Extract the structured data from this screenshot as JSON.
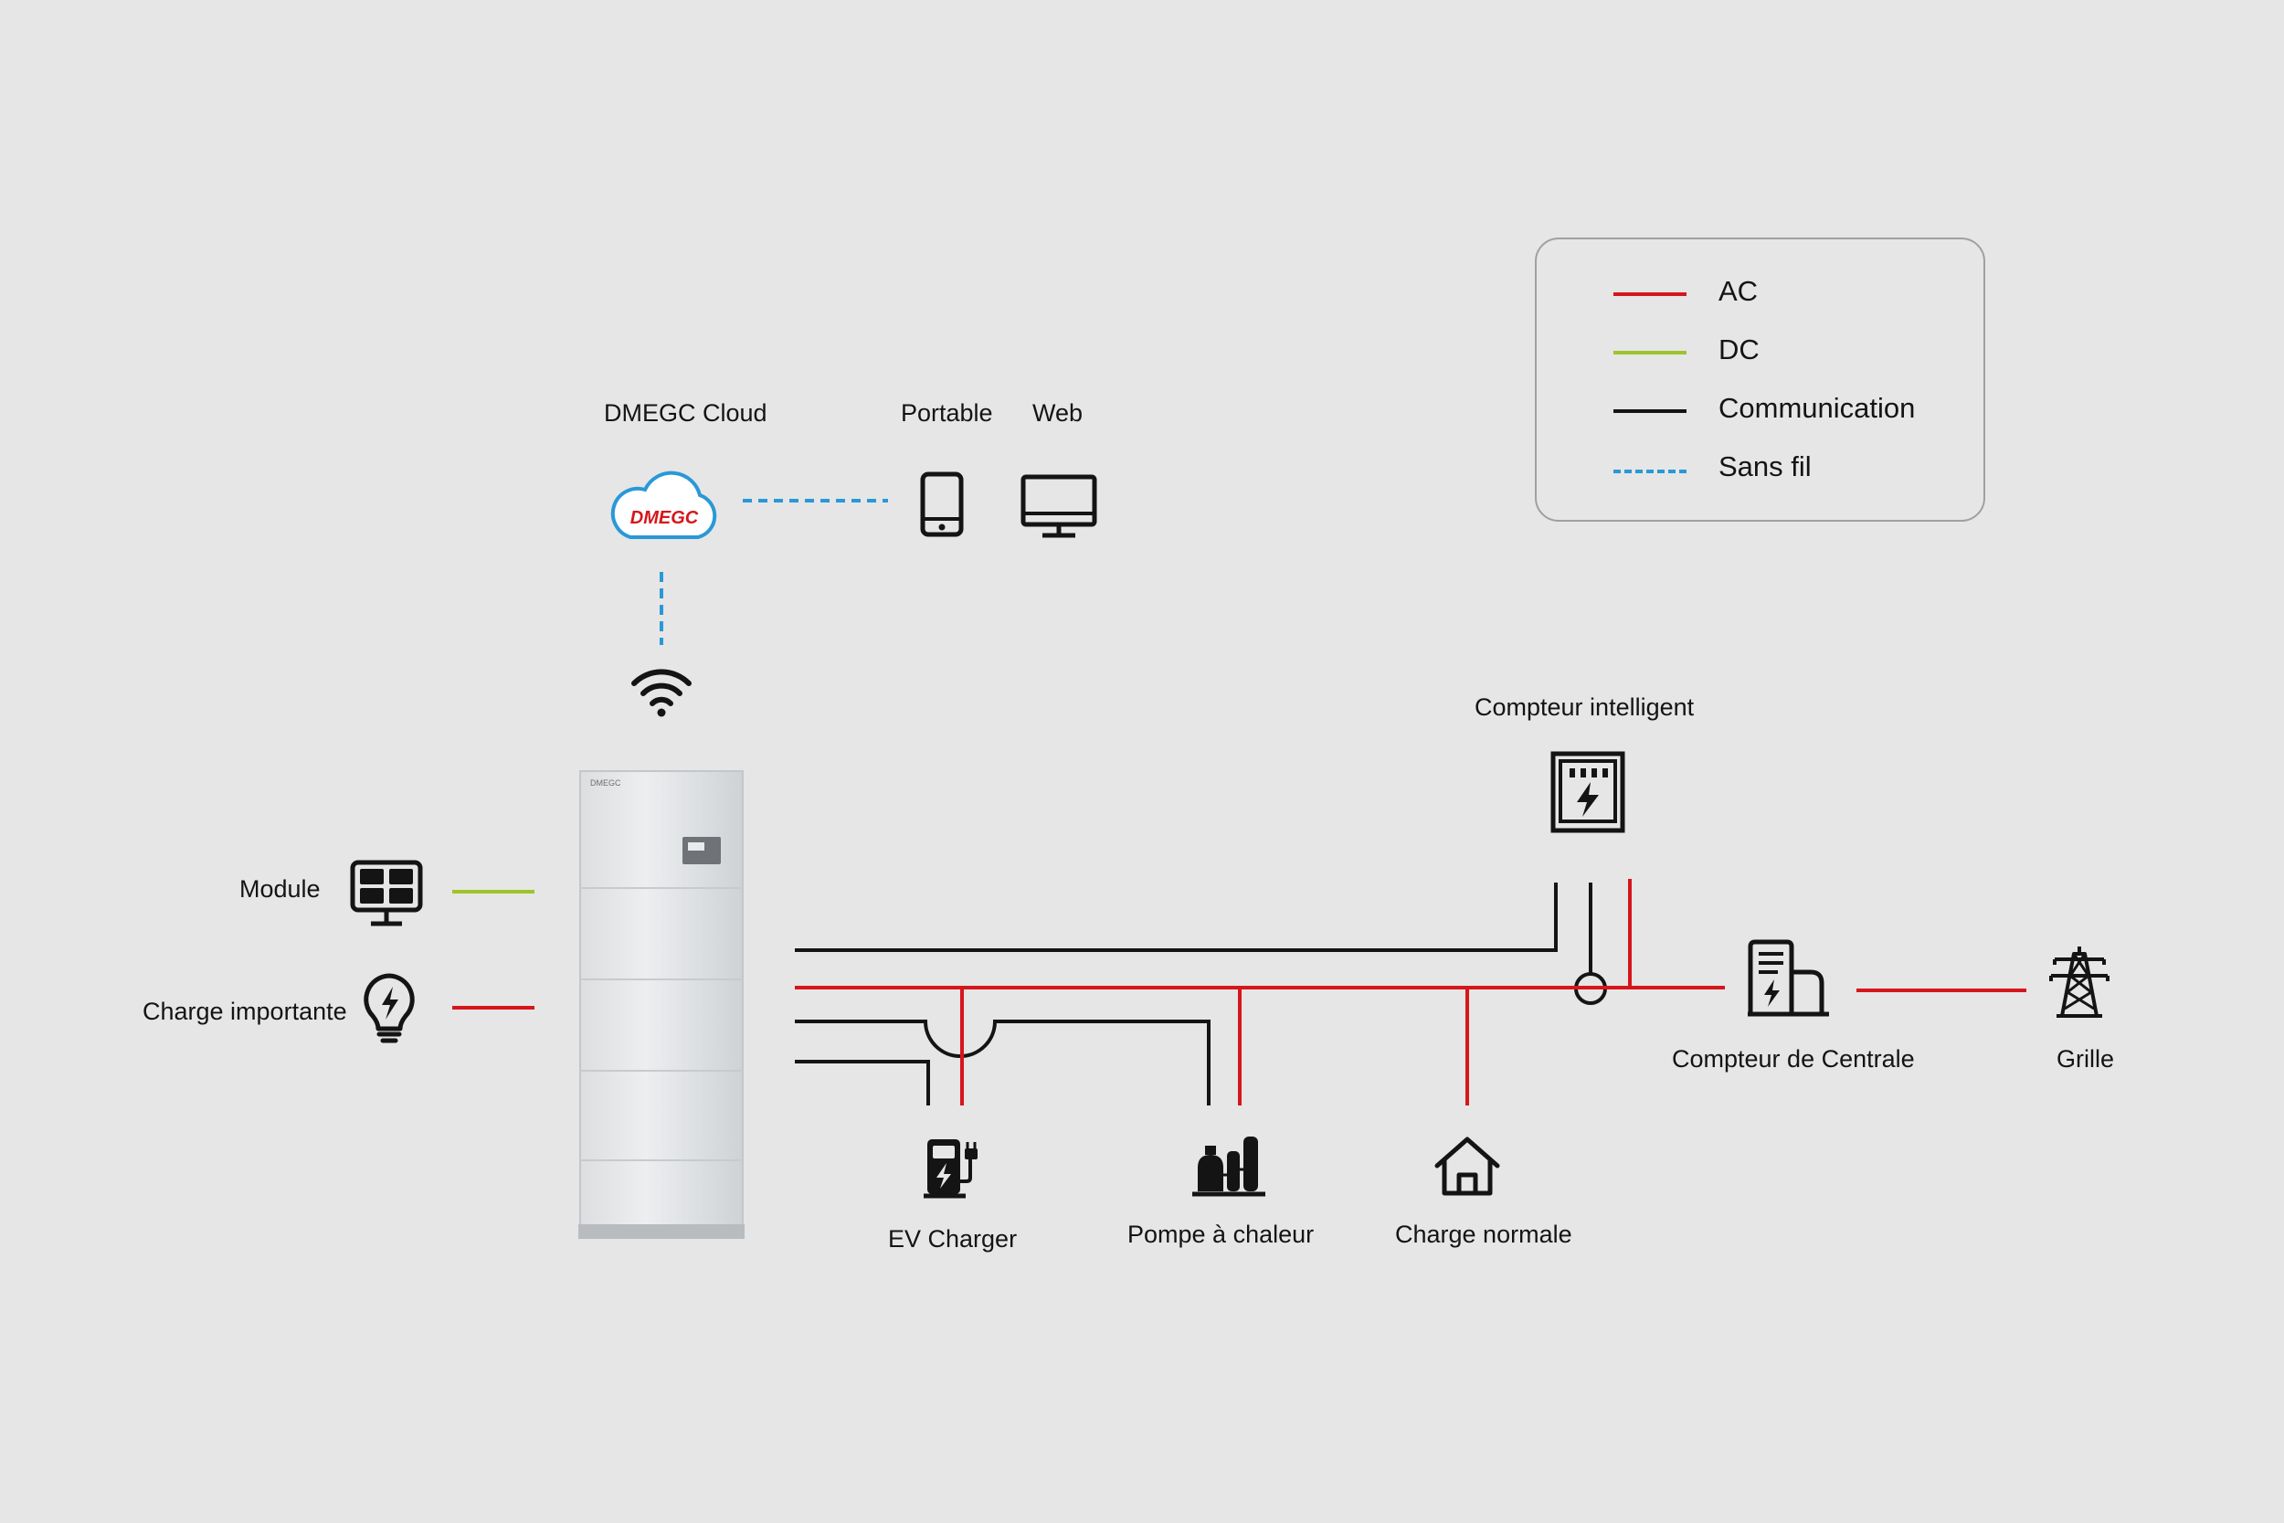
{
  "legend": {
    "items": [
      {
        "label": "AC",
        "style": "solid",
        "color": "#d6161b"
      },
      {
        "label": "DC",
        "style": "solid",
        "color": "#9ec42a"
      },
      {
        "label": "Communication",
        "style": "solid",
        "color": "#141414"
      },
      {
        "label": "Sans fil",
        "style": "dashed",
        "color": "#2a98d8"
      }
    ]
  },
  "colors": {
    "ac": "#d6161b",
    "dc": "#9ec42a",
    "communication": "#141414",
    "wireless": "#2a98d8",
    "background": "#e6e6e6"
  },
  "nodes": {
    "cloud": {
      "label": "DMEGC Cloud",
      "logo_text": "DMEGC",
      "icon": "cloud-icon"
    },
    "portable": {
      "label": "Portable",
      "icon": "smartphone-icon"
    },
    "web": {
      "label": "Web",
      "icon": "monitor-icon"
    },
    "wifi": {
      "icon": "wifi-icon"
    },
    "battery": {
      "brand": "DMEGC",
      "icon": "battery-cabinet-icon"
    },
    "module": {
      "label": "Module",
      "icon": "solar-panel-icon"
    },
    "important_load": {
      "label": "Charge importante",
      "icon": "lightbulb-icon"
    },
    "smart_meter": {
      "label": "Compteur intelligent",
      "icon": "smart-meter-icon"
    },
    "plant_meter": {
      "label": "Compteur de Centrale",
      "icon": "plant-meter-icon"
    },
    "grid": {
      "label": "Grille",
      "icon": "transmission-tower-icon"
    },
    "ev_charger": {
      "label": "EV Charger",
      "icon": "ev-charger-icon"
    },
    "heat_pump": {
      "label": "Pompe à chaleur",
      "icon": "heat-pump-icon"
    },
    "normal_load": {
      "label": "Charge normale",
      "icon": "house-icon"
    }
  }
}
